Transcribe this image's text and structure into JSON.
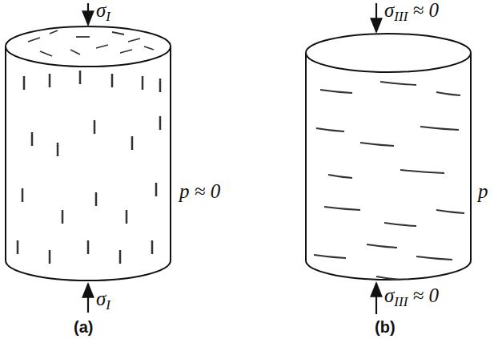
{
  "diagram": {
    "labels": [
      "σI",
      "σI",
      "p ≈ 0",
      "σIII ≈ 0",
      "σIII ≈ 0",
      "p",
      "(a)",
      "(b)"
    ]
  }
}
